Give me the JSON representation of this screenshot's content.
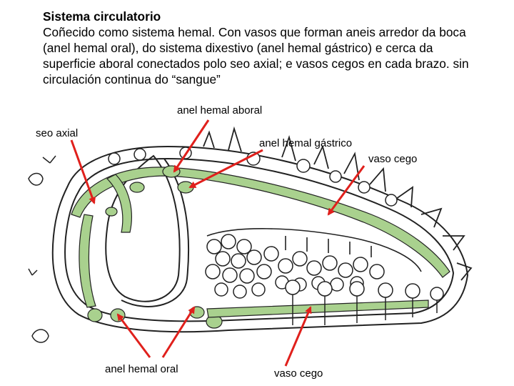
{
  "slide": {
    "title": "Sistema circulatorio",
    "body": "Coñecido como sistema hemal. Con vasos que forman aneis arredor da boca (anel hemal oral), do sistema dixestivo (anel hemal gástrico) e cerca da superficie aboral conectados polo seo axial; e vasos cegos en cada brazo. sin circulación continua do “sangue”"
  },
  "labels": {
    "aboral_ring": "anel hemal aboral",
    "axial_sinus": "seo axial",
    "gastric_ring": "anel hemal gástrico",
    "blind_vessel_top": "vaso cego",
    "oral_ring": "anel hemal oral",
    "blind_vessel_bottom": "vaso cego"
  },
  "colors": {
    "arrow": "#e0201c",
    "hemal": "#a9d18e",
    "line": "#222222"
  }
}
